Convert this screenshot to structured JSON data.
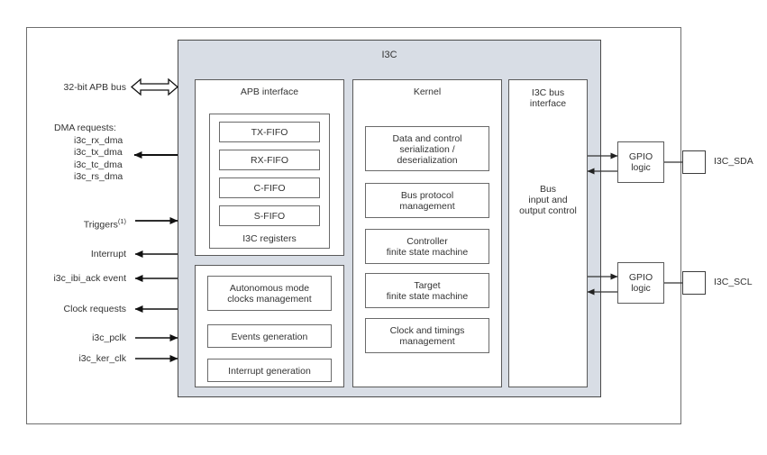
{
  "diagram": {
    "title": "I3C",
    "panel_color": "#d8dde5",
    "outer_border_color": "#6e6e6e"
  },
  "left_signals": {
    "apb_bus": "32-bit APB bus",
    "dma_header": "DMA requests:",
    "dma_items": [
      "i3c_rx_dma",
      "i3c_tx_dma",
      "i3c_tc_dma",
      "i3c_rs_dma"
    ],
    "triggers": "Triggers",
    "triggers_note": "(1)",
    "interrupt": "Interrupt",
    "ibi_ack": "i3c_ibi_ack event",
    "clock_requests": "Clock requests",
    "pclk": "i3c_pclk",
    "ker_clk": "i3c_ker_clk"
  },
  "apb_column": {
    "title": "APB interface",
    "registers_label": "I3C registers",
    "fifos": [
      "TX-FIFO",
      "RX-FIFO",
      "C-FIFO",
      "S-FIFO"
    ],
    "lower_blocks": [
      "Autonomous mode\nclocks management",
      "Events generation",
      "Interrupt generation"
    ]
  },
  "kernel_column": {
    "title": "Kernel",
    "blocks": [
      "Data and control\nserialization /\ndeserialization",
      "Bus protocol\nmanagement",
      "Controller\nfinite state machine",
      "Target\nfinite state machine",
      "Clock and timings\nmanagement"
    ]
  },
  "bus_interface_column": {
    "title": "I3C bus\ninterface",
    "body": "Bus\ninput and\noutput control"
  },
  "gpio_blocks": [
    {
      "label": "GPIO\nlogic",
      "pin": "I3C_SDA"
    },
    {
      "label": "GPIO\nlogic",
      "pin": "I3C_SCL"
    }
  ]
}
